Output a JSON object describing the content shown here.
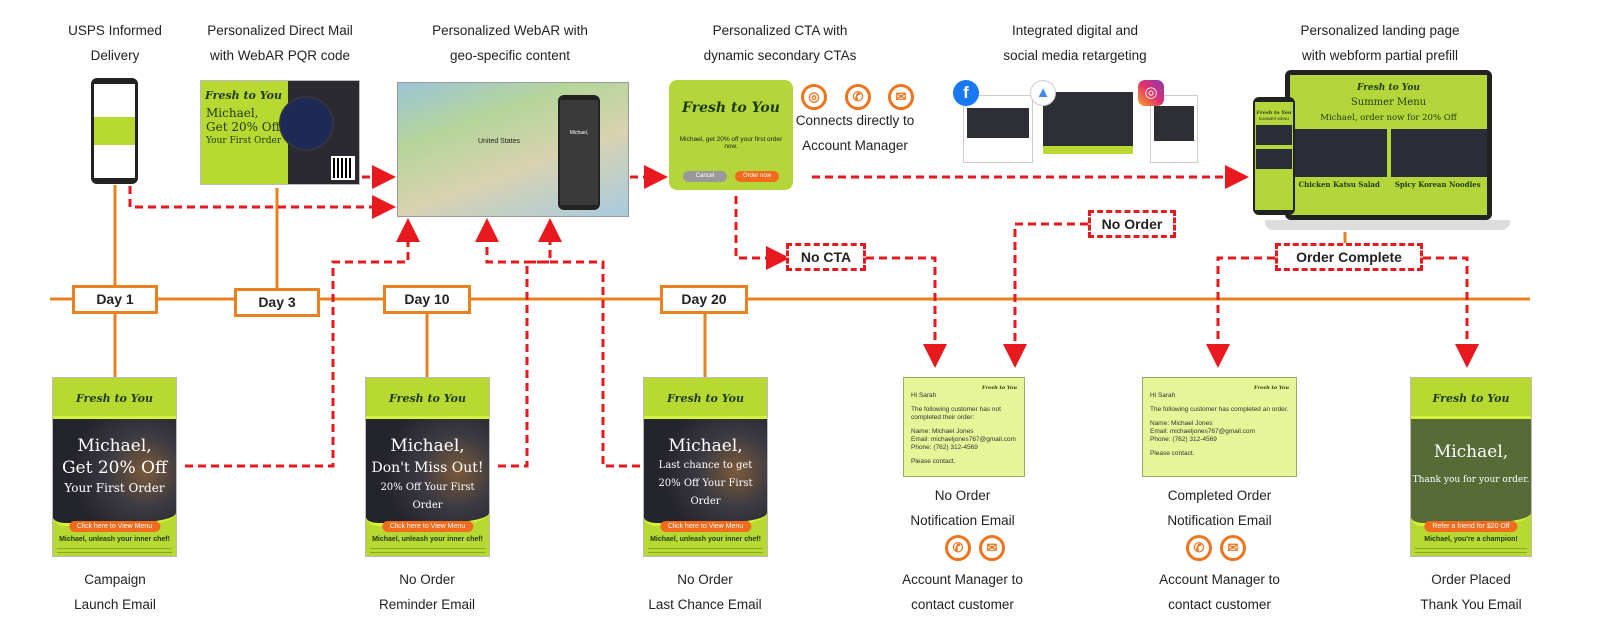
{
  "top_labels": [
    {
      "l1": "USPS Informed",
      "l2": "Delivery"
    },
    {
      "l1": "Personalized Direct Mail",
      "l2": "with WebAR PQR code"
    },
    {
      "l1": "Personalized WebAR with",
      "l2": "geo-specific content"
    },
    {
      "l1": "Personalized CTA with",
      "l2": "dynamic secondary CTAs"
    },
    {
      "l1": "Integrated digital and",
      "l2": "social media retargeting"
    },
    {
      "l1": "Personalized landing page",
      "l2": "with webform partial prefill"
    }
  ],
  "brand": "Fresh to You",
  "days": [
    "Day 1",
    "Day 3",
    "Day 10",
    "Day 20"
  ],
  "branch_labels": {
    "no_cta": "No CTA",
    "no_order": "No Order",
    "order_complete": "Order Complete"
  },
  "direct_mail": {
    "name": "Michael,",
    "offer": "Get 20% Off",
    "sub": "Your First Order"
  },
  "map": {
    "region": "United States"
  },
  "cta": {
    "message": "Michael, get 20% off your first order now.",
    "cancel": "Cancel",
    "order": "Order now",
    "connect_l1": "Connects directly to",
    "connect_l2": "Account Manager"
  },
  "landing": {
    "title": "Summer Menu",
    "offer": "Michael, order now for 20% Off",
    "dish1": "Chicken Katsu Salad",
    "dish2": "Spicy Korean Noodles",
    "mobile_title": "SUMMER MENU"
  },
  "emails": [
    {
      "h1": "Michael,",
      "h2a": "Get 20% Off",
      "h2b": "Your First Order",
      "button": "Click here to View Menu",
      "tag": "Michael, unleash your inner chef!",
      "cap1": "Campaign",
      "cap2": "Launch Email"
    },
    {
      "h1": "Michael,",
      "h2a": "Don't Miss Out!",
      "h2b": "20% Off Your First Order",
      "button": "Click here to View Menu",
      "tag": "Michael, unleash your inner chef!",
      "cap1": "No Order",
      "cap2": "Reminder Email"
    },
    {
      "h1": "Michael,",
      "h2a": "Last chance to get",
      "h2b": "20% Off Your First Order",
      "button": "Click here to View Menu",
      "tag": "Michael, unleash your inner chef!",
      "cap1": "No Order",
      "cap2": "Last Chance Email"
    },
    {
      "h1": "Michael,",
      "h2a": "Thank you for your order.",
      "h2b": "",
      "button": "Refer a friend for $20 Off",
      "tag": "Michael, you're a champion!",
      "cap1": "Order Placed",
      "cap2": "Thank You Email"
    }
  ],
  "notifications": [
    {
      "greeting": "Hi Sarah",
      "body": "The following customer has not completed their order:",
      "name": "Name: Michael Jones",
      "email": "Email: michaeljones767@gmail.com",
      "phone": "Phone: (762) 312-4569",
      "closing": "Please contact.",
      "cap1": "No Order",
      "cap2": "Notification Email",
      "cap3": "Account Manager to",
      "cap4": "contact customer"
    },
    {
      "greeting": "Hi Sarah",
      "body": "The following customer has completed an order.",
      "name": "Name: Michael Jones",
      "email": "Email: michaeljones767@gmail.com",
      "phone": "Phone: (762) 312-4569",
      "closing": "Please contact.",
      "cap1": "Completed Order",
      "cap2": "Notification Email",
      "cap3": "Account Manager to",
      "cap4": "contact customer"
    }
  ],
  "colors": {
    "orange": "#e8821e",
    "red": "#e8191e",
    "lime": "#b8d832"
  }
}
